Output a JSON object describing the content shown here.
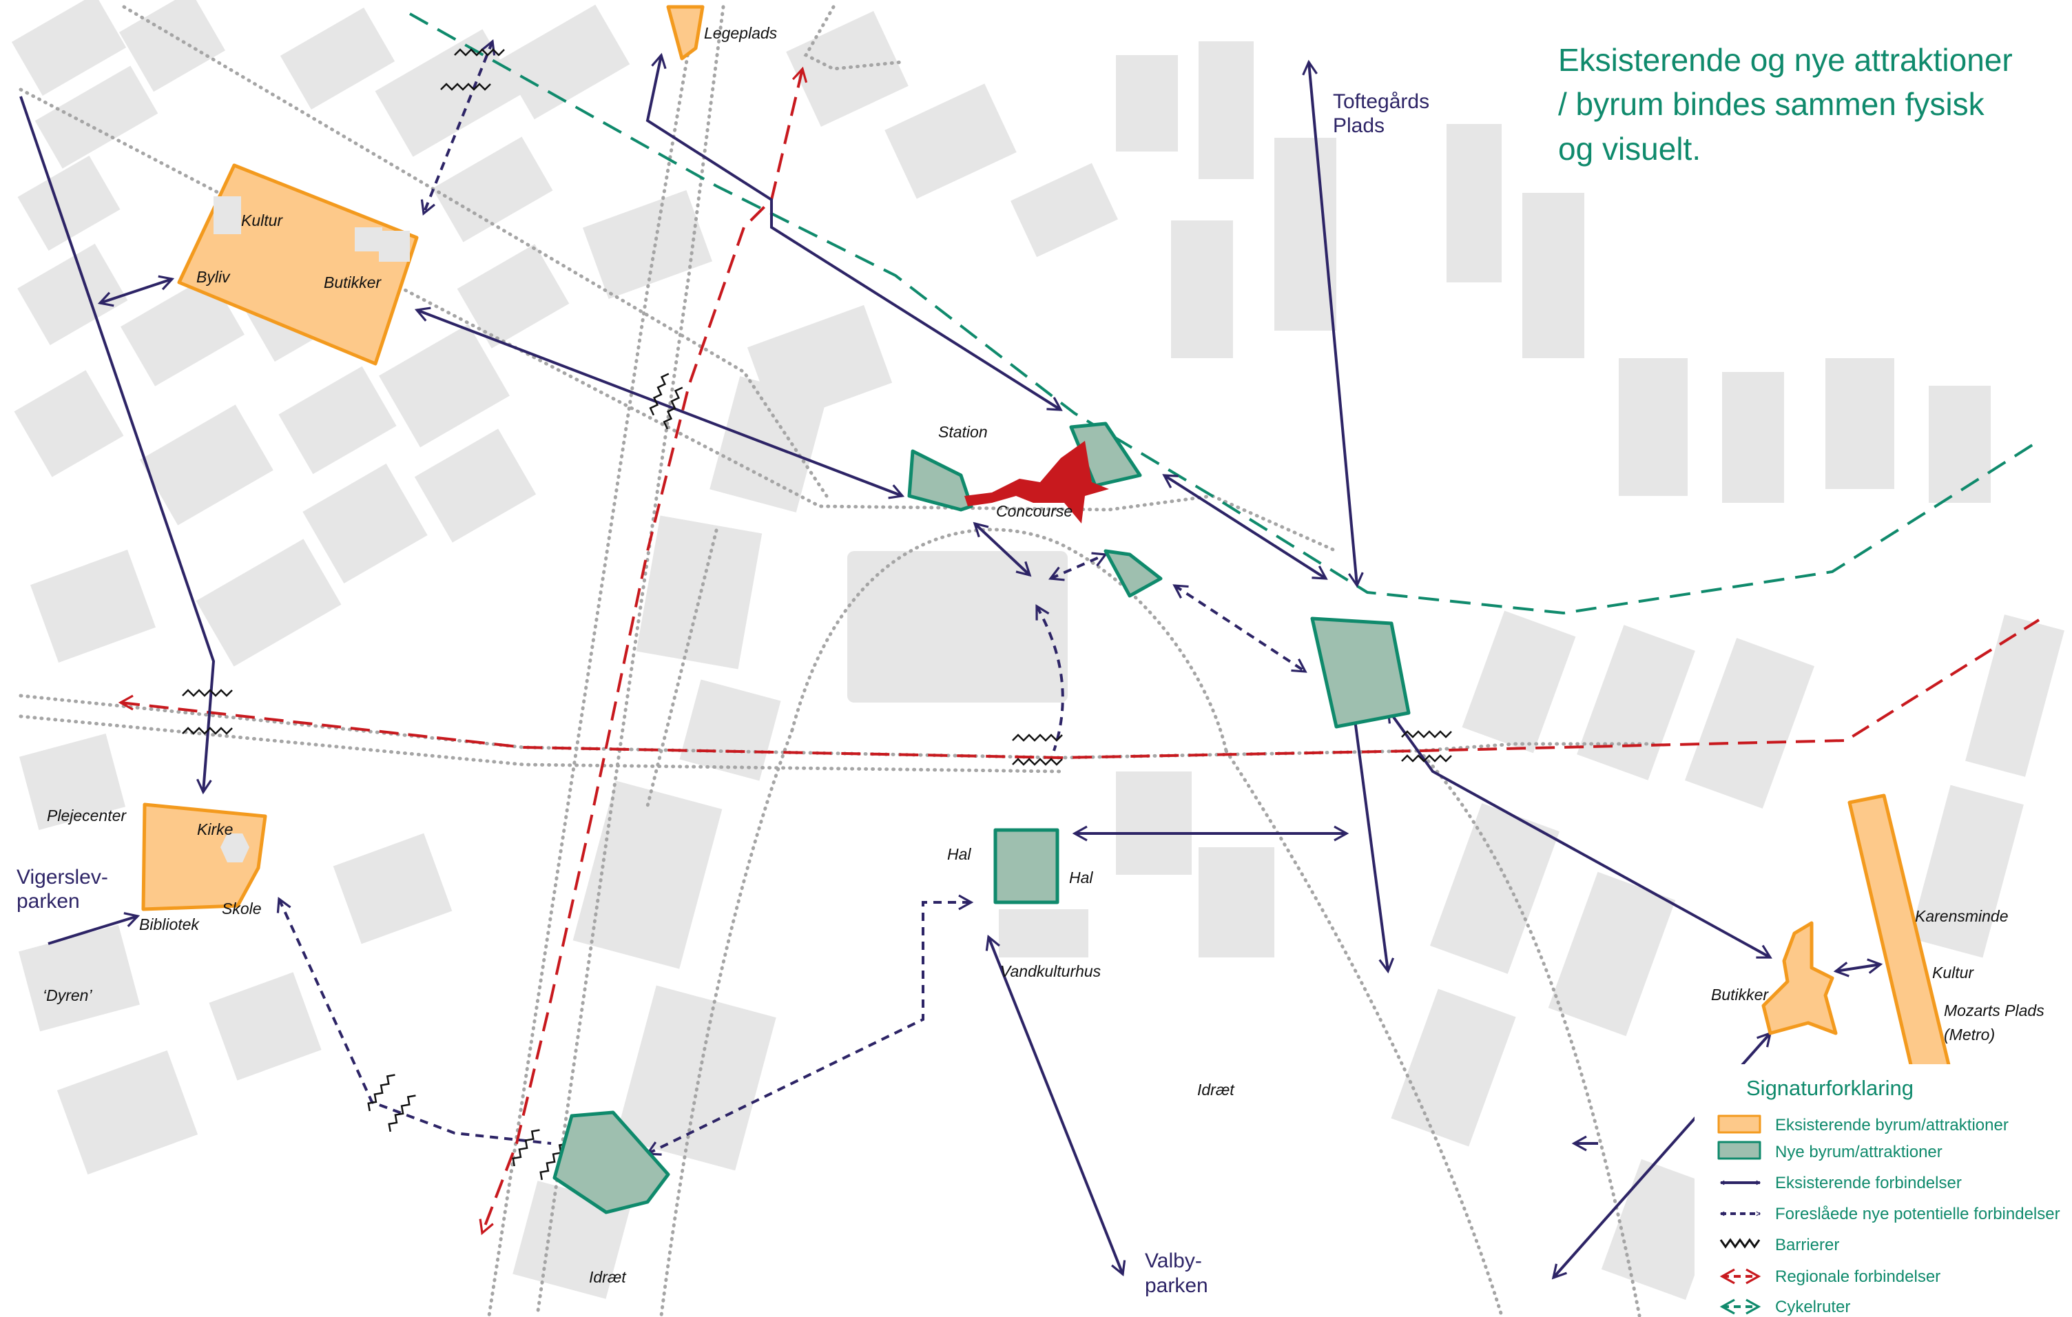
{
  "title": {
    "lines": [
      "Eksisterende og nye attraktioner",
      "/ byrum bindes sammen fysisk",
      "og visuelt."
    ]
  },
  "places": {
    "toftegaards_line1": "Toftegårds",
    "toftegaards_line2": "Plads",
    "vigerslev_line1": "Vigerslev-",
    "vigerslev_line2": "parken",
    "valby_line1": "Valby-",
    "valby_line2": "parken"
  },
  "labels": {
    "legeplads": "Legeplads",
    "kultur_nw": "Kultur",
    "byliv": "Byliv",
    "butikker_nw": "Butikker",
    "station": "Station",
    "concourse": "Concourse",
    "plejecenter": "Plejecenter",
    "kirke": "Kirke",
    "skole": "Skole",
    "bibliotek": "Bibliotek",
    "dyren": "‘Dyren’",
    "hal_left": "Hal",
    "hal_right": "Hal",
    "vandkulturhus": "Vandkulturhus",
    "idraet_center": "Idræt",
    "idraet_bottom": "Idræt",
    "karensminde": "Karensminde",
    "kultur_east": "Kultur",
    "mozarts_line1": "Mozarts Plads",
    "mozarts_line2": "(Metro)",
    "butikker_east": "Butikker"
  },
  "legend": {
    "title": "Signaturforklaring",
    "items": [
      {
        "symbol": "existing-area",
        "label": "Eksisterende byrum/attraktioner"
      },
      {
        "symbol": "new-area",
        "label": "Nye byrum/attraktioner"
      },
      {
        "symbol": "existing-connection",
        "label": "Eksisterende forbindelser"
      },
      {
        "symbol": "proposed-connection",
        "label": "Foreslåede nye potentielle forbindelser"
      },
      {
        "symbol": "barrier",
        "label": "Barrierer"
      },
      {
        "symbol": "regional-connection",
        "label": "Regionale forbindelser"
      },
      {
        "symbol": "cycle-route",
        "label": "Cykelruter"
      }
    ]
  },
  "colors": {
    "existing_fill": "#fdc98a",
    "existing_stroke": "#f39a1e",
    "new_fill": "#9ebfaf",
    "new_stroke": "#0f8a6c",
    "connection": "#2d2466",
    "regional": "#c8191e",
    "cycle": "#0f8a6c",
    "building": "#e6e6e6",
    "road_dots": "#a5a5a5"
  }
}
